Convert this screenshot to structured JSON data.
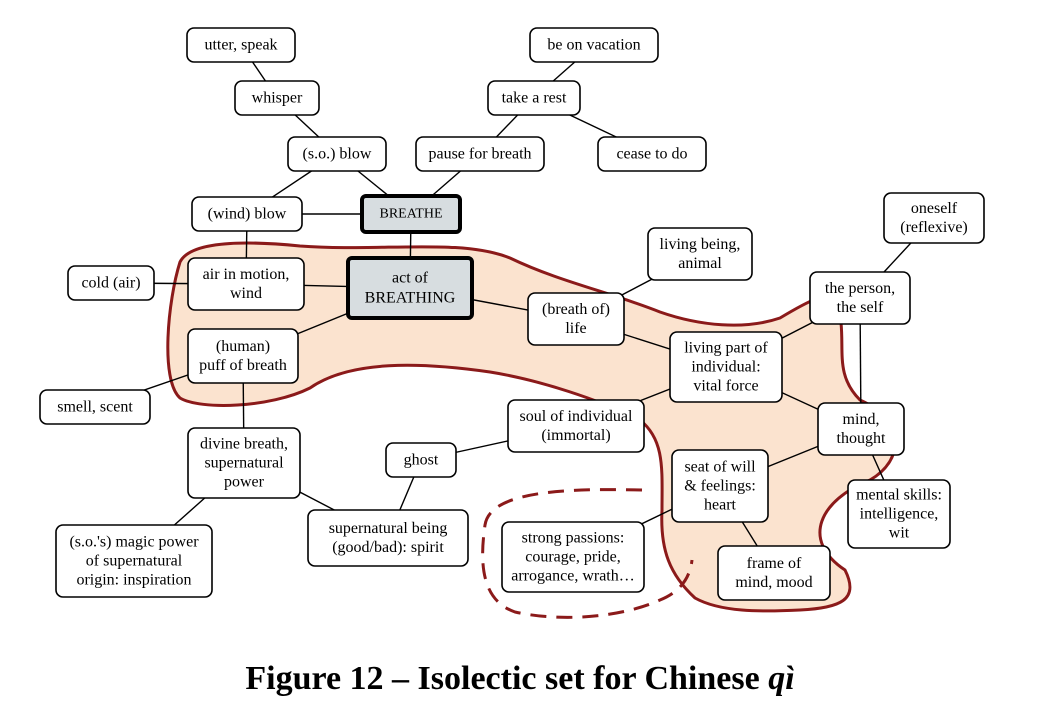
{
  "nodes": {
    "utter_speak": [
      "utter, speak"
    ],
    "be_on_vacation": [
      "be on vacation"
    ],
    "whisper": [
      "whisper"
    ],
    "take_a_rest": [
      "take a rest"
    ],
    "so_blow": [
      "(s.o.) blow"
    ],
    "pause_for_breath": [
      "pause for breath"
    ],
    "cease_to_do": [
      "cease to do"
    ],
    "wind_blow": [
      "(wind) blow"
    ],
    "breathe": [
      "BREATHE"
    ],
    "oneself": [
      "oneself",
      "(reflexive)"
    ],
    "living_being": [
      "living being,",
      "animal"
    ],
    "cold_air": [
      "cold (air)"
    ],
    "air_in_motion": [
      "air in motion,",
      "wind"
    ],
    "act_of_breathing": [
      "act of",
      "BREATHING"
    ],
    "the_person": [
      "the person,",
      "the self"
    ],
    "breath_of_life": [
      "(breath of)",
      "life"
    ],
    "human_puff": [
      "(human)",
      "puff of breath"
    ],
    "living_part": [
      "living part of",
      "individual:",
      "vital force"
    ],
    "smell_scent": [
      "smell, scent"
    ],
    "soul": [
      "soul of individual",
      "(immortal)"
    ],
    "mind_thought": [
      "mind,",
      "thought"
    ],
    "divine_breath": [
      "divine breath,",
      "supernatural",
      "power"
    ],
    "ghost": [
      "ghost"
    ],
    "seat_of_will": [
      "seat of will",
      "& feelings:",
      "heart"
    ],
    "mental_skills": [
      "mental skills:",
      "intelligence,",
      "wit"
    ],
    "magic_power": [
      "(s.o.'s) magic power",
      "of supernatural",
      "origin: inspiration"
    ],
    "supernatural_being": [
      "supernatural being",
      "(good/bad): spirit"
    ],
    "strong_passions": [
      "strong passions:",
      "courage, pride,",
      "arrogance, wrath…"
    ],
    "frame_of_mind": [
      "frame of",
      "mind, mood"
    ]
  },
  "caption": {
    "prefix": "Figure 12 – Isolectic set for Chinese ",
    "term": "qì"
  },
  "colors": {
    "region_fill": "#fbe3cf",
    "region_stroke": "#8b1a1a",
    "main_node_fill": "#d7dde0",
    "node_border": "#000000"
  }
}
